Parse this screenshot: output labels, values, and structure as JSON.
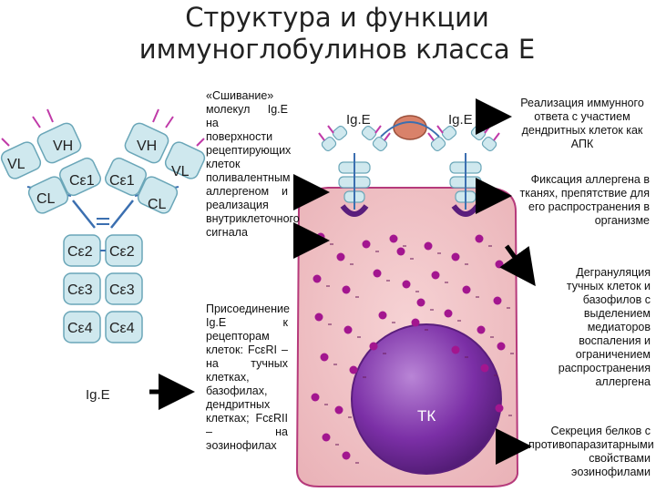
{
  "title": {
    "line1": "Структура и функции",
    "line2": "иммуноглобулинов класса Е"
  },
  "antibody": {
    "domains_left": [
      "V",
      "C",
      "C",
      "C",
      "C",
      "C"
    ],
    "domain_labels": {
      "vh_left": "VH",
      "vh_right": "VH",
      "vl_left": "VL",
      "vl_right": "VL",
      "ce1_left": "Cε1",
      "ce1_right": "Cε1",
      "cl_left": "CL",
      "cl_right": "CL",
      "ce2_left": "Cε2",
      "ce2_right": "Cε2",
      "ce3_left": "Cε3",
      "ce3_right": "Cε3",
      "ce4_left": "Cε4",
      "ce4_right": "Cε4"
    },
    "label": "Ig.E"
  },
  "cell": {
    "label": "ТК",
    "ige_left": "Ig.E",
    "ige_right": "Ig.E"
  },
  "middle_text": {
    "crosslink": "«Сшивание» молекул Ig.E на поверхности рецептирующих клеток поливалентным аллергеном и реализация внутриклеточного сигнала",
    "attachment": "Присоединение Ig.E к рецепторам клеток: FcεRI – на тучных клетках, базофилах, дендритных клетках; FcεRII – на эозинофилах"
  },
  "right_text": {
    "immune": "Реализация иммунного ответа с участием дендритных клеток как АПК",
    "fixation": "Фиксация аллергена в тканях, препятствие для его распространения в организме",
    "degranulation": "Дегрануляция тучных клеток и базофилов с выделением медиаторов воспаления и ограничением распространения аллергена",
    "secretion": "Секреция белков с противопаразитарными свойствами эозинофилами"
  },
  "colors": {
    "domain_fill": "#cfe8ee",
    "domain_stroke": "#6aa6b8",
    "cell_fill": "#f3c6c9",
    "nucleus": "#7b2fa6",
    "granule": "#a3168f",
    "allergen": "#d9826a",
    "arrow": "#000000"
  }
}
